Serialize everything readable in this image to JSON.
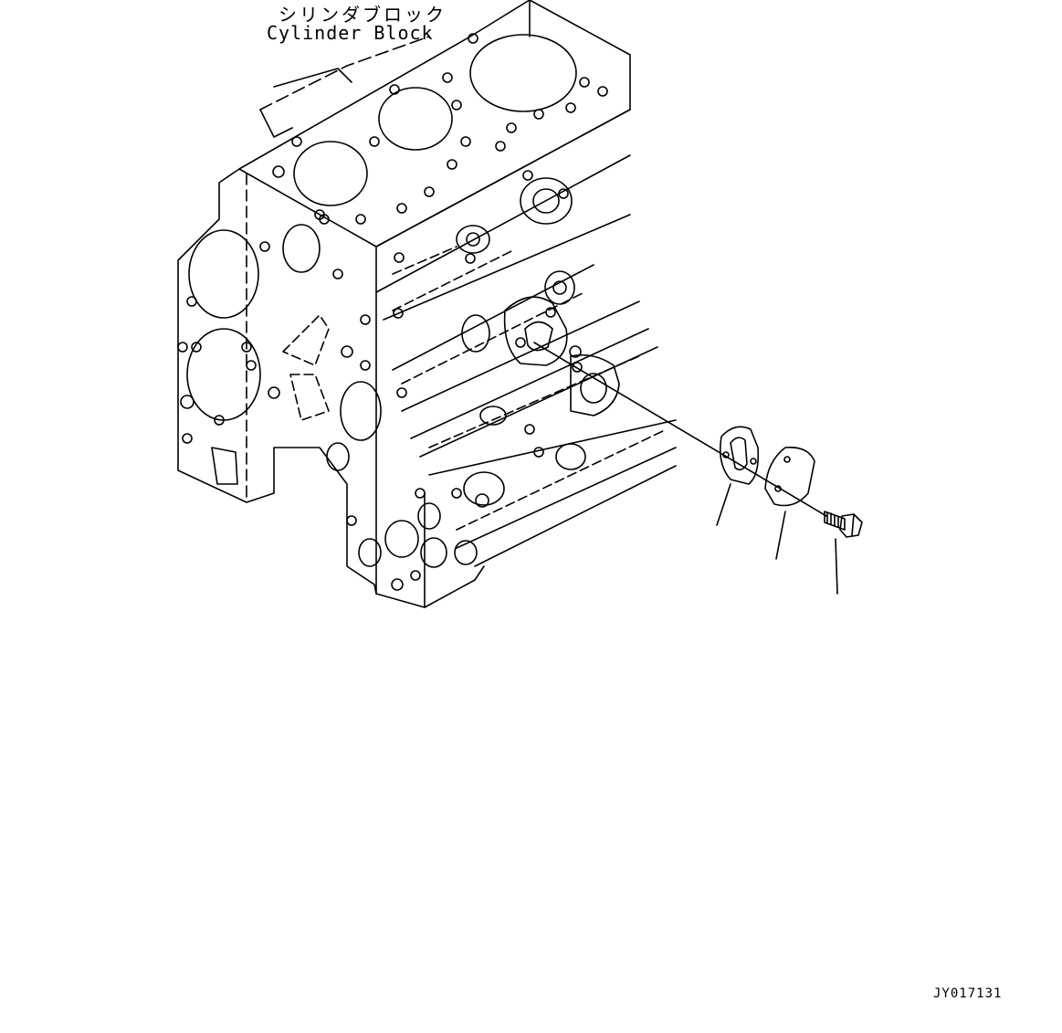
{
  "diagram": {
    "label_jp": "シリンダブロック",
    "label_en": "Cylinder Block",
    "drawing_number": "JY017131"
  },
  "colors": {
    "line": "#000000",
    "background": "#ffffff"
  }
}
